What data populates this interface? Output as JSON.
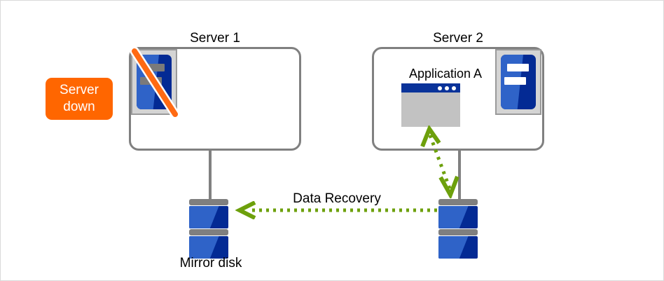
{
  "diagram": {
    "title_server1": "Server 1",
    "title_server2": "Server 2",
    "badge_line1": "Server",
    "badge_line2": "down",
    "application_label": "Application  A",
    "mirror_disk_label": "Mirror disk",
    "data_recovery_label": "Data Recovery",
    "icons": {
      "server1_rack": "server-rack-offline-icon",
      "server2_rack": "server-rack-online-icon",
      "slash": "disabled-slash-icon",
      "app_window": "application-window-icon",
      "disk_left": "mirror-disk-icon",
      "disk_right": "mirror-disk-icon",
      "arrow_horizontal": "data-recovery-arrow-icon",
      "arrow_vertical": "application-disk-io-arrow-icon"
    },
    "colors": {
      "badge_orange": "#ff6600",
      "box_border_gray": "#808080",
      "arrow_green": "#6da00c",
      "disk_blue_light": "#2f63c8",
      "disk_blue_dark": "#032a94",
      "app_titlebar_blue": "#0a339a",
      "app_body_gray": "#c2c2c2",
      "slash_orange": "#ff6a13"
    }
  }
}
